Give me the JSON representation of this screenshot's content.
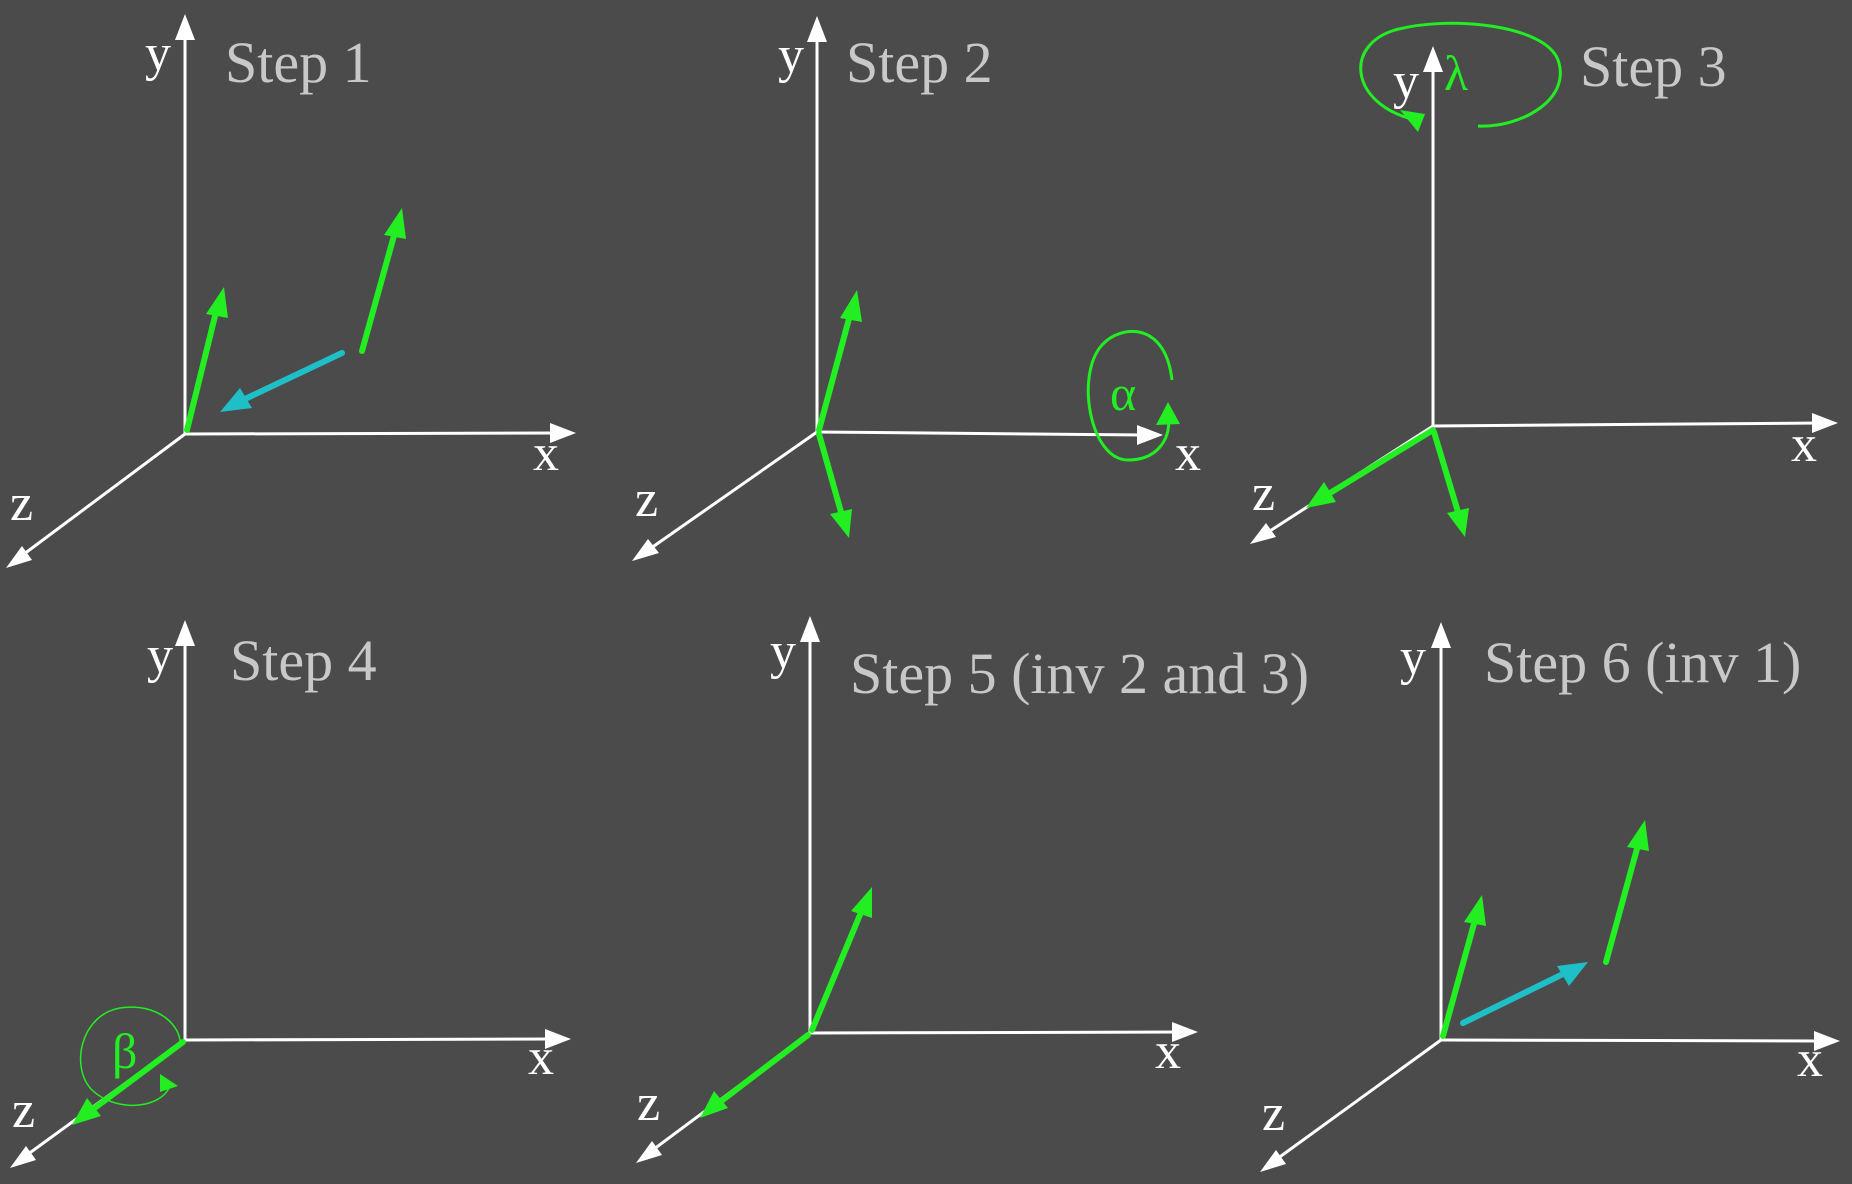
{
  "colors": {
    "background": "#4b4b4b",
    "axis": "#ffffff",
    "title": "#c8c8c8",
    "green_vector": "#22ee22",
    "cyan_vector": "#1fbfc8"
  },
  "axis_labels": {
    "x": "x",
    "y": "y",
    "z": "z"
  },
  "panels": [
    {
      "id": "step1",
      "title": "Step 1"
    },
    {
      "id": "step2",
      "title": "Step 2",
      "rotation_symbol": "α",
      "rotation_axis": "x"
    },
    {
      "id": "step3",
      "title": "Step 3",
      "rotation_symbol": "λ",
      "rotation_axis": "y"
    },
    {
      "id": "step4",
      "title": "Step 4",
      "rotation_symbol": "β",
      "rotation_axis": "z"
    },
    {
      "id": "step5",
      "title": "Step 5 (inv 2 and 3)"
    },
    {
      "id": "step6",
      "title": "Step 6 (inv 1)"
    }
  ]
}
